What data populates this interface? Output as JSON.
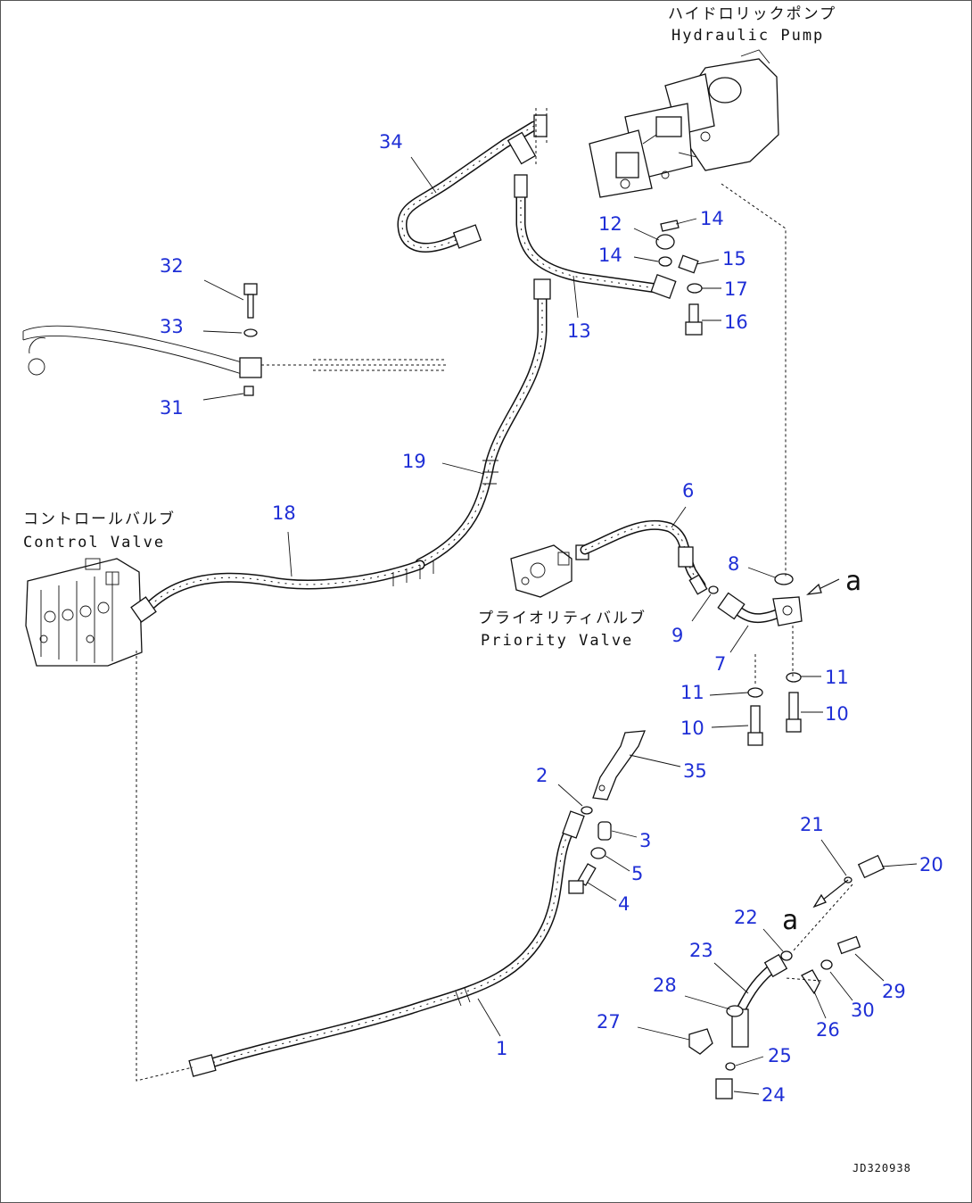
{
  "captions": {
    "hydraulic_pump_jp": "ハイドロリックポンプ",
    "hydraulic_pump_en": "Hydraulic Pump",
    "control_valve_jp": "コントロールバルブ",
    "control_valve_en": "Control Valve",
    "priority_valve_jp": "プライオリティバルブ",
    "priority_valve_en": "Priority Valve"
  },
  "reference_marks": [
    "a",
    "a"
  ],
  "drawing_code": "JD320938",
  "part_labels": [
    {
      "id": "34",
      "text": "34"
    },
    {
      "id": "32",
      "text": "32"
    },
    {
      "id": "33",
      "text": "33"
    },
    {
      "id": "31",
      "text": "31"
    },
    {
      "id": "12",
      "text": "12"
    },
    {
      "id": "14a",
      "text": "14"
    },
    {
      "id": "14b",
      "text": "14"
    },
    {
      "id": "15",
      "text": "15"
    },
    {
      "id": "17",
      "text": "17"
    },
    {
      "id": "16",
      "text": "16"
    },
    {
      "id": "13",
      "text": "13"
    },
    {
      "id": "19",
      "text": "19"
    },
    {
      "id": "18",
      "text": "18"
    },
    {
      "id": "6",
      "text": "6"
    },
    {
      "id": "8",
      "text": "8"
    },
    {
      "id": "9",
      "text": "9"
    },
    {
      "id": "7",
      "text": "7"
    },
    {
      "id": "11a",
      "text": "11"
    },
    {
      "id": "11b",
      "text": "11"
    },
    {
      "id": "10a",
      "text": "10"
    },
    {
      "id": "10b",
      "text": "10"
    },
    {
      "id": "2",
      "text": "2"
    },
    {
      "id": "35",
      "text": "35"
    },
    {
      "id": "3",
      "text": "3"
    },
    {
      "id": "5",
      "text": "5"
    },
    {
      "id": "4",
      "text": "4"
    },
    {
      "id": "21",
      "text": "21"
    },
    {
      "id": "20",
      "text": "20"
    },
    {
      "id": "22",
      "text": "22"
    },
    {
      "id": "23",
      "text": "23"
    },
    {
      "id": "28",
      "text": "28"
    },
    {
      "id": "27",
      "text": "27"
    },
    {
      "id": "29",
      "text": "29"
    },
    {
      "id": "30",
      "text": "30"
    },
    {
      "id": "26",
      "text": "26"
    },
    {
      "id": "25",
      "text": "25"
    },
    {
      "id": "24",
      "text": "24"
    },
    {
      "id": "1",
      "text": "1"
    }
  ],
  "colors": {
    "callout": "#1f2fd6",
    "linework": "#111111",
    "background": "#ffffff"
  }
}
